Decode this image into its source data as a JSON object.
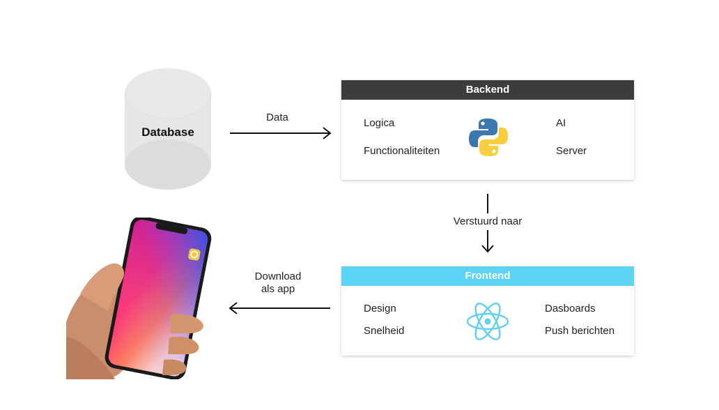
{
  "database": {
    "label": "Database"
  },
  "edges": {
    "data": "Data",
    "sent_to": "Verstuurd naar",
    "download_line1": "Download",
    "download_line2": "als app"
  },
  "backend": {
    "title": "Backend",
    "header_color": "#3c3c3c",
    "items": [
      "Logica",
      "Functionaliteiten",
      "AI",
      "Server"
    ],
    "logo_icon": "python-logo-icon"
  },
  "frontend": {
    "title": "Frontend",
    "header_color": "#5dd3f4",
    "items": [
      "Design",
      "Snelheid",
      "Dasboards",
      "Push berichten"
    ],
    "logo_icon": "react-logo-icon"
  },
  "phone": {
    "icon": "smartphone-in-hand-icon",
    "app_icon": "python-app-icon"
  }
}
